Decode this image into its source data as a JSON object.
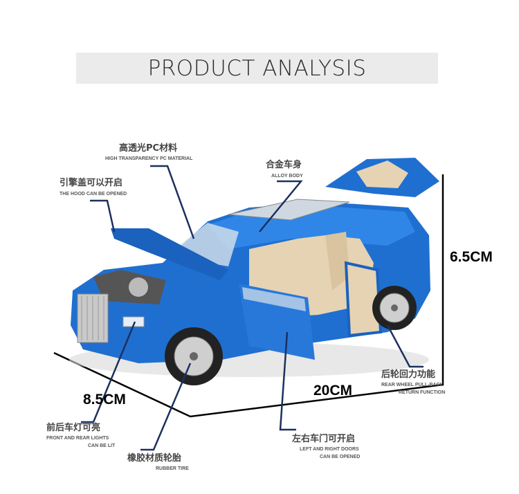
{
  "banner": {
    "title": "PRODUCT ANALYSIS"
  },
  "features": {
    "pc": {
      "cn": "高透光PC材料",
      "en": "HIGH TRANSPARENCY PC MATERIAL"
    },
    "hood": {
      "cn": "引擎盖可以开启",
      "en": "THE HOOD CAN BE OPENED"
    },
    "alloy": {
      "cn": "合金车身",
      "en": "ALLOY BODY"
    },
    "pullback": {
      "cn": "后轮回力功能",
      "en1": "REAR WHEEL PULL-BACK",
      "en2": "RETURN FUNCTION"
    },
    "lights": {
      "cn": "前后车灯可亮",
      "en1": "FRONT AND REAR LIGHTS",
      "en2": "CAN BE LIT"
    },
    "tire": {
      "cn": "橡胶材质轮胎",
      "en": "RUBBER TIRE"
    },
    "doors": {
      "cn": "左右车门可开启",
      "en1": "LEFT AND RIGHT DOORS",
      "en2": "CAN BE OPENED"
    }
  },
  "dimensions": {
    "height": "6.5CM",
    "width": "8.5CM",
    "length": "20CM"
  },
  "colors": {
    "body": "#1f6fd0",
    "leader": "#1c2f5e",
    "interior": "#e6d3b3"
  }
}
